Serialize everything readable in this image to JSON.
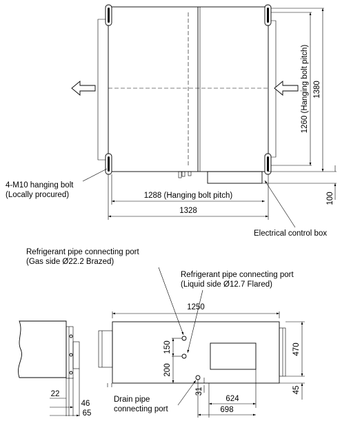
{
  "top_view": {
    "bolt_label_line1": "4-M10 hanging bolt",
    "bolt_label_line2": "(Locally procured)",
    "dim_bolt_pitch_h": "1288 (Hanging bolt pitch)",
    "dim_width": "1328",
    "dim_bolt_pitch_v": "1260 (Hanging bolt pitch)",
    "dim_height": "1380",
    "dim_box_depth": "100",
    "control_box_label": "Electrical control box"
  },
  "side_view": {
    "gas_port_line1": "Refrigerant pipe connecting port",
    "gas_port_line2": "(Gas side Ø22.2 Brazed)",
    "liquid_port_line1": "Refrigerant pipe connecting port",
    "liquid_port_line2": "(Liquid side Ø12.7 Flared)",
    "drain_line1": "Drain pipe",
    "drain_line2": "connecting port",
    "dim_length": "1250",
    "dim_150": "150",
    "dim_200": "200",
    "dim_31": "31",
    "dim_470": "470",
    "dim_45": "45",
    "dim_624": "624",
    "dim_698": "698",
    "dim_22": "22",
    "dim_46": "46",
    "dim_65": "65"
  }
}
